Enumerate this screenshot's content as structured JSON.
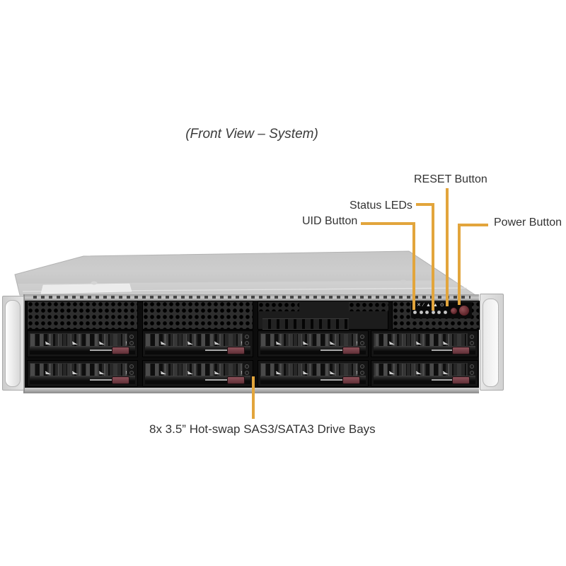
{
  "title": "(Front View – System)",
  "callouts": {
    "reset": {
      "label": "RESET Button"
    },
    "status": {
      "label": "Status LEDs"
    },
    "uid": {
      "label": "UID Button"
    },
    "power": {
      "label": "Power Button"
    },
    "drive_bays": {
      "label": "8x 3.5” Hot-swap SAS3/SATA3 Drive Bays"
    }
  },
  "control_panel": {
    "led_icons_glyphs": "✕⁄▲▲⊙",
    "panel_led_count": 6,
    "buttons": [
      "UID",
      "RESET",
      "Power"
    ]
  },
  "hardware": {
    "drive_bay_rows": 2,
    "drive_bays_per_row": 4,
    "total_drive_bays": 8
  },
  "colors": {
    "callout_line": "#E2A53C",
    "label_text": "#333333",
    "latch": "#7B4049",
    "chassis_lid": "#C9C9C9",
    "bezel": "#1A1A1A"
  }
}
